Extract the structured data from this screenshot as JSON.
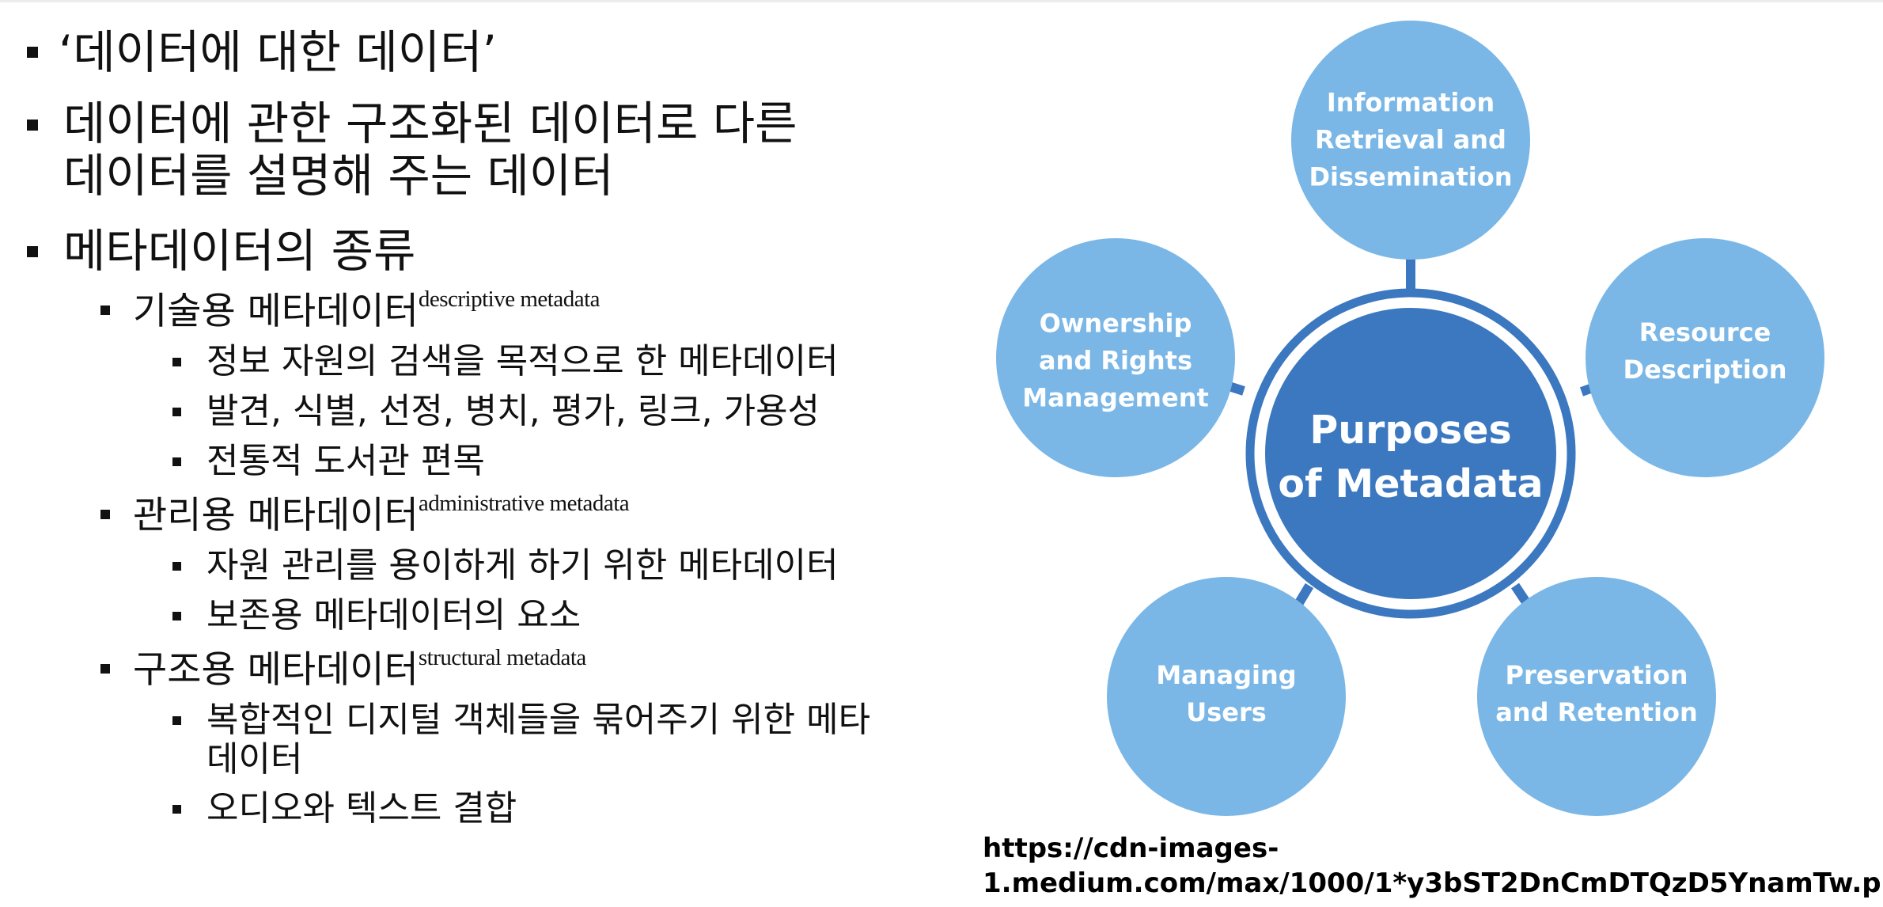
{
  "bullets": {
    "b1": "‘데이터에 대한 데이터’",
    "b2_line1": "데이터에 관한 구조화된 데이터로 다른",
    "b2_line2": "데이터를 설명해 주는 데이터",
    "b3": "메타데이터의 종류",
    "types": [
      {
        "label": "기술용 메타데이터",
        "english": "descriptive metadata",
        "items": [
          "정보 자원의 검색을 목적으로 한 메타데이터",
          "발견, 식별, 선정, 병치, 평가, 링크, 가용성",
          "전통적 도서관 편목"
        ]
      },
      {
        "label": "관리용 메타데이터",
        "english": "administrative metadata",
        "items": [
          "자원 관리를 용이하게 하기 위한 메타데이터",
          "보존용 메타데이터의 요소"
        ]
      },
      {
        "label": "구조용 메타데이터",
        "english": "structural metadata",
        "items_line1": "복합적인 디지털 객체들을 묶어주기 위한 메타",
        "items_line2": "데이터",
        "items_last": "오디오와 텍스트 결합"
      }
    ]
  },
  "diagram": {
    "center_line1": "Purposes",
    "center_line2": "of Metadata",
    "nodes": {
      "top": [
        "Information",
        "Retrieval and",
        "Dissemination"
      ],
      "right": [
        "Resource",
        "Description"
      ],
      "bottom_right": [
        "Preservation",
        "and Retention"
      ],
      "bottom_left": [
        "Managing",
        "Users"
      ],
      "left": [
        "Ownership",
        "and Rights",
        "Management"
      ]
    },
    "colors": {
      "center": "#3b78c0",
      "ring": "#3b78c0",
      "node": "#7ab7e6"
    }
  },
  "source_url": "https://cdn-images-\n1.medium.com/max/1000/1*y3bST2DnCmDTQzD5YnamTw.png"
}
